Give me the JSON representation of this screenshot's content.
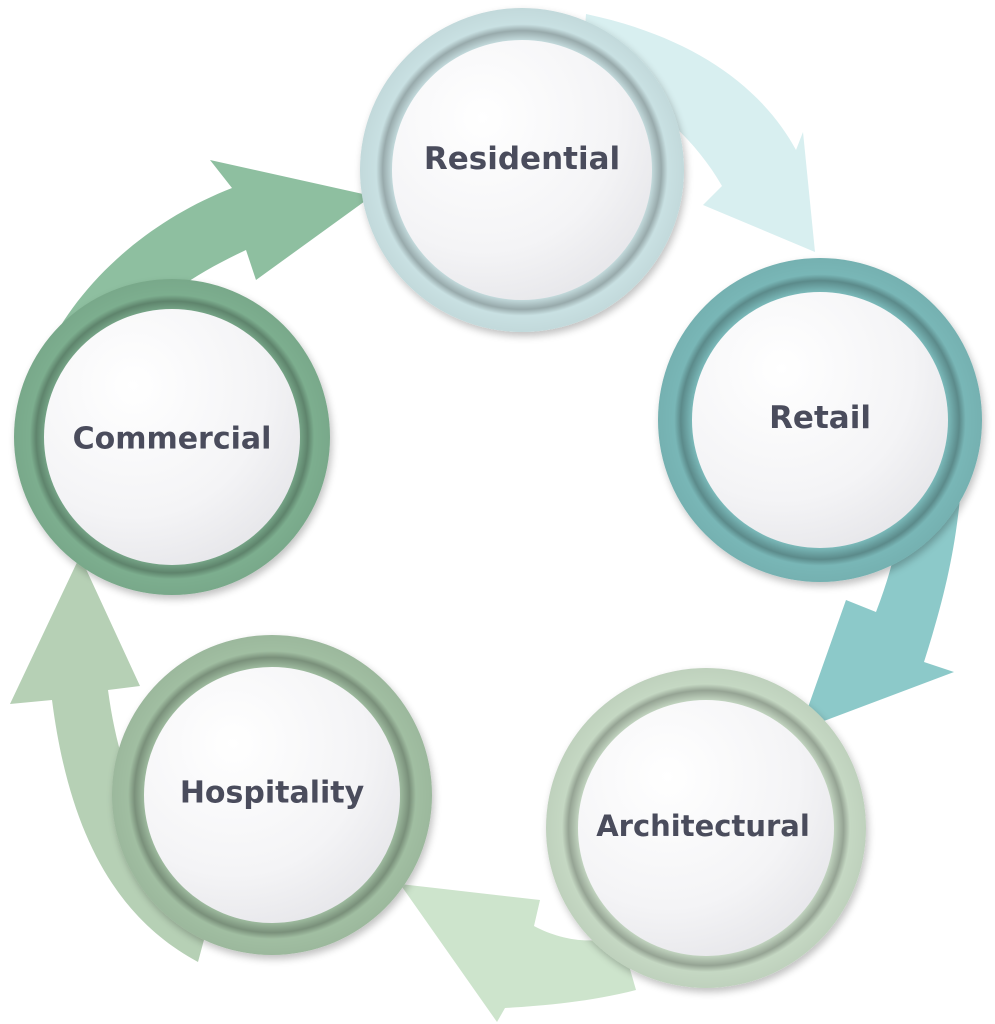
{
  "diagram": {
    "type": "cycle",
    "direction": "clockwise",
    "nodes": [
      {
        "label": "Residential",
        "ring_color": "#d3ecee",
        "arrow_color": "#d8eff0"
      },
      {
        "label": "Retail",
        "ring_color": "#7fc0c0",
        "arrow_color": "#8cc9c9"
      },
      {
        "label": "Architectural",
        "ring_color": "#cfe3cd",
        "arrow_color": "#cde4cc"
      },
      {
        "label": "Hospitality",
        "ring_color": "#a9c8aa",
        "arrow_color": "#b6d0b5"
      },
      {
        "label": "Commercial",
        "ring_color": "#83b796",
        "arrow_color": "#8ebfa0"
      }
    ],
    "label_color": "#4a4c5c",
    "disc_color": "#f6f6f8"
  }
}
